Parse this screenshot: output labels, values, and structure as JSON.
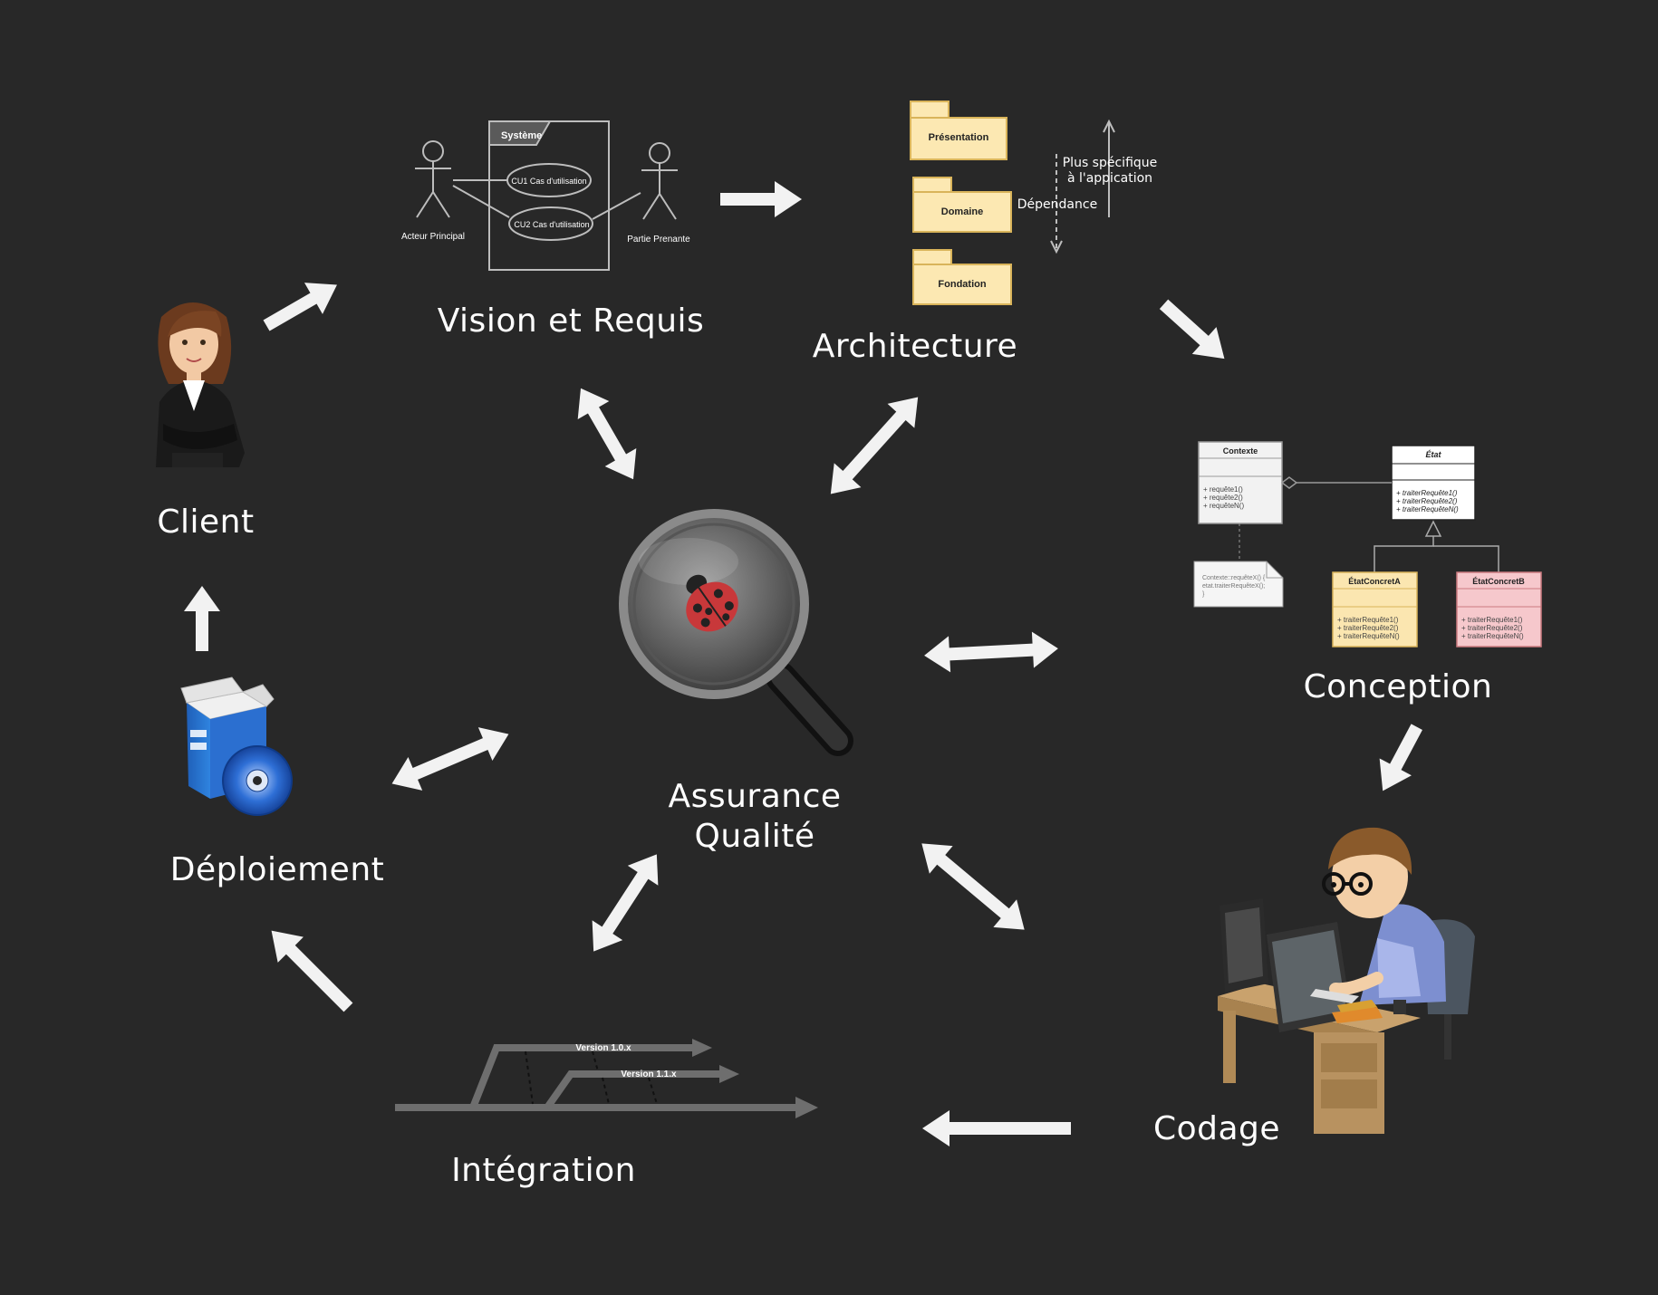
{
  "colors": {
    "background": "#282828",
    "arrow": "#f2f2f2",
    "package_fill": "#fce8b2",
    "package_stroke": "#d9b45a",
    "class_a_fill": "#fbe6b0",
    "class_b_fill": "#f6c8cc",
    "uml_stroke": "#cfcfcf",
    "branch_gray": "#6e6e6e"
  },
  "stages": {
    "client": "Client",
    "vision": "Vision et Requis",
    "architecture": "Architecture",
    "conception": "Conception",
    "codage": "Codage",
    "integration": "Intégration",
    "deploiement": "Déploiement",
    "qa_line1": "Assurance",
    "qa_line2": "Qualité"
  },
  "usecase": {
    "system": "Système",
    "uc1": "CU1 Cas d'utilisation",
    "uc2": "CU2 Cas d'utilisation",
    "actor_main": "Acteur Principal",
    "actor_stakeholder": "Partie Prenante"
  },
  "architecture_diagram": {
    "packages": [
      "Présentation",
      "Domaine",
      "Fondation"
    ],
    "dependency": "Dépendance",
    "specific_line1": "Plus spécifique",
    "specific_line2": "à l'appication"
  },
  "conception_diagram": {
    "context": "Contexte",
    "context_ops": [
      "+ requête1()",
      "+ requête2()",
      "+ requêteN()"
    ],
    "state": "État",
    "state_ops": [
      "+ traiterRequête1()",
      "+ traiterRequête2()",
      "+ traiterRequêteN()"
    ],
    "note_lines": [
      "Contexte::requêteX() {",
      "   etat.traiterRequêteX();",
      "}"
    ],
    "concrete_a": "ÉtatConcretA",
    "concrete_b": "ÉtatConcretB",
    "concrete_ops": [
      "+ traiterRequête1()",
      "+ traiterRequête2()",
      "+ traiterRequêteN()"
    ]
  },
  "integration_diagram": {
    "version1": "Version 1.0.x",
    "version2": "Version 1.1.x"
  },
  "icons": [
    "businesswoman-icon",
    "software-box-cd-icon",
    "magnifier-ladybug-icon",
    "developer-at-desk-icon"
  ]
}
